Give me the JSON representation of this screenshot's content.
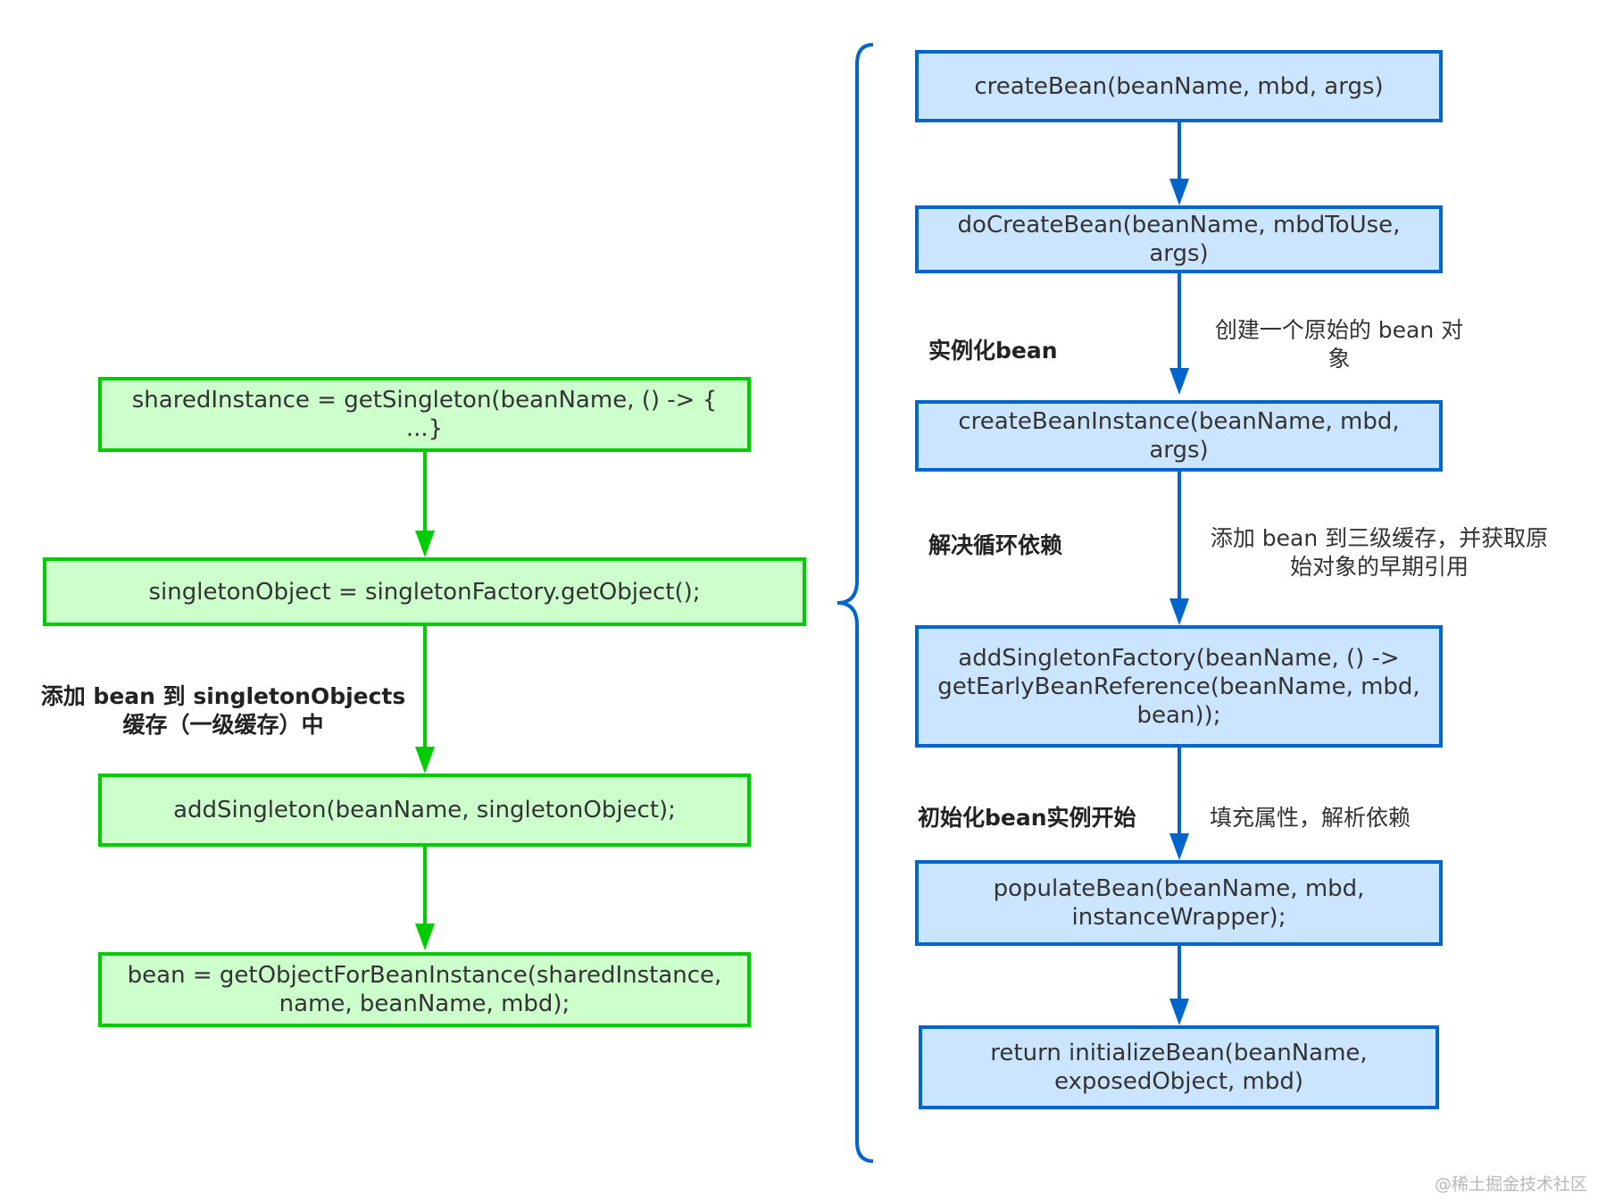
{
  "colors": {
    "green_fill": "#ccffcc",
    "green_stroke": "#00cc00",
    "blue_fill": "#cce5ff",
    "blue_stroke": "#0066cc",
    "text": "#333333"
  },
  "left_flow": {
    "nodes": [
      {
        "id": "shared-instance",
        "text": "sharedInstance = getSingleton(beanName, () -> { ...}"
      },
      {
        "id": "singleton-object",
        "text": "singletonObject = singletonFactory.getObject();"
      },
      {
        "id": "add-singleton",
        "text": "addSingleton(beanName, singletonObject);"
      },
      {
        "id": "get-object-for-bean-instance",
        "text": "bean = getObjectForBeanInstance(sharedInstance,\nname, beanName, mbd);"
      }
    ],
    "annotations": {
      "add_to_cache": "添加 bean 到 singletonObjects\n缓存（一级缓存）中"
    }
  },
  "right_flow": {
    "nodes": [
      {
        "id": "create-bean",
        "text": "createBean(beanName, mbd, args)"
      },
      {
        "id": "do-create-bean",
        "text": "doCreateBean(beanName, mbdToUse, args)"
      },
      {
        "id": "create-bean-instance",
        "text": "createBeanInstance(beanName, mbd, args)"
      },
      {
        "id": "add-singleton-factory",
        "text": "addSingletonFactory(beanName, () ->\ngetEarlyBeanReference(beanName, mbd,\nbean));"
      },
      {
        "id": "populate-bean",
        "text": "populateBean(beanName, mbd,\ninstanceWrapper);"
      },
      {
        "id": "initialize-bean",
        "text": "return initializeBean(beanName,\nexposedObject, mbd)"
      }
    ],
    "annotations": {
      "instantiate_title": "实例化bean",
      "instantiate_desc": "创建一个原始的 bean 对\n象",
      "circular_title": "解决循环依赖",
      "circular_desc": "添加 bean 到三级缓存，并获取原\n始对象的早期引用",
      "init_title": "初始化bean实例开始",
      "init_desc": "填充属性，解析依赖"
    }
  },
  "watermark": "@稀土掘金技术社区"
}
